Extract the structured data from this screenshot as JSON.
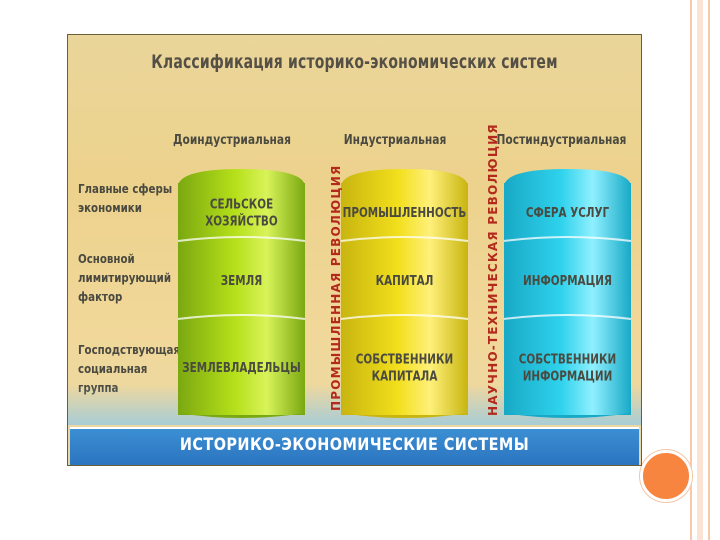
{
  "slide": {
    "title": "Классификация историко-экономических систем",
    "columns": [
      {
        "label": "Доиндустриальная",
        "cells": [
          [
            "СЕЛЬСКОЕ",
            "ХОЗЯЙСТВО"
          ],
          [
            "ЗЕМЛЯ"
          ],
          [
            "ЗЕМЛЕВЛАДЕЛЬЦЫ"
          ]
        ],
        "color": "#b6e01a"
      },
      {
        "label": "Индустриальная",
        "cells": [
          [
            "ПРОМЫШЛЕННОСТЬ"
          ],
          [
            "КАПИТАЛ"
          ],
          [
            "СОБСТВЕННИКИ",
            "КАПИТАЛА"
          ]
        ],
        "color": "#f2df1c"
      },
      {
        "label": "Постиндустриальная",
        "cells": [
          [
            "СФЕРА УСЛУГ"
          ],
          [
            "ИНФОРМАЦИЯ"
          ],
          [
            "СОБСТВЕННИКИ",
            "ИНФОРМАЦИИ"
          ]
        ],
        "color": "#2fd2ec"
      }
    ],
    "rows": [
      [
        "Главные сферы",
        "экономики"
      ],
      [
        "Основной",
        "лимитирующий",
        "фактор"
      ],
      [
        "Господствующая",
        "социальная",
        "группа"
      ]
    ],
    "revolutions": [
      "ПРОМЫШЛЕННАЯ РЕВОЛЮЦИЯ",
      "НАУЧНО-ТЕХНИЧЕСКАЯ РЕВОЛЮЦИЯ"
    ],
    "base_label": "ИСТОРИКО-ЭКОНОМИЧЕСКИЕ СИСТЕМЫ",
    "colors": {
      "text": "#4a4a40",
      "revolution": "#b32a1c",
      "base": "#2b74c0",
      "accent": "#f7853f"
    }
  }
}
